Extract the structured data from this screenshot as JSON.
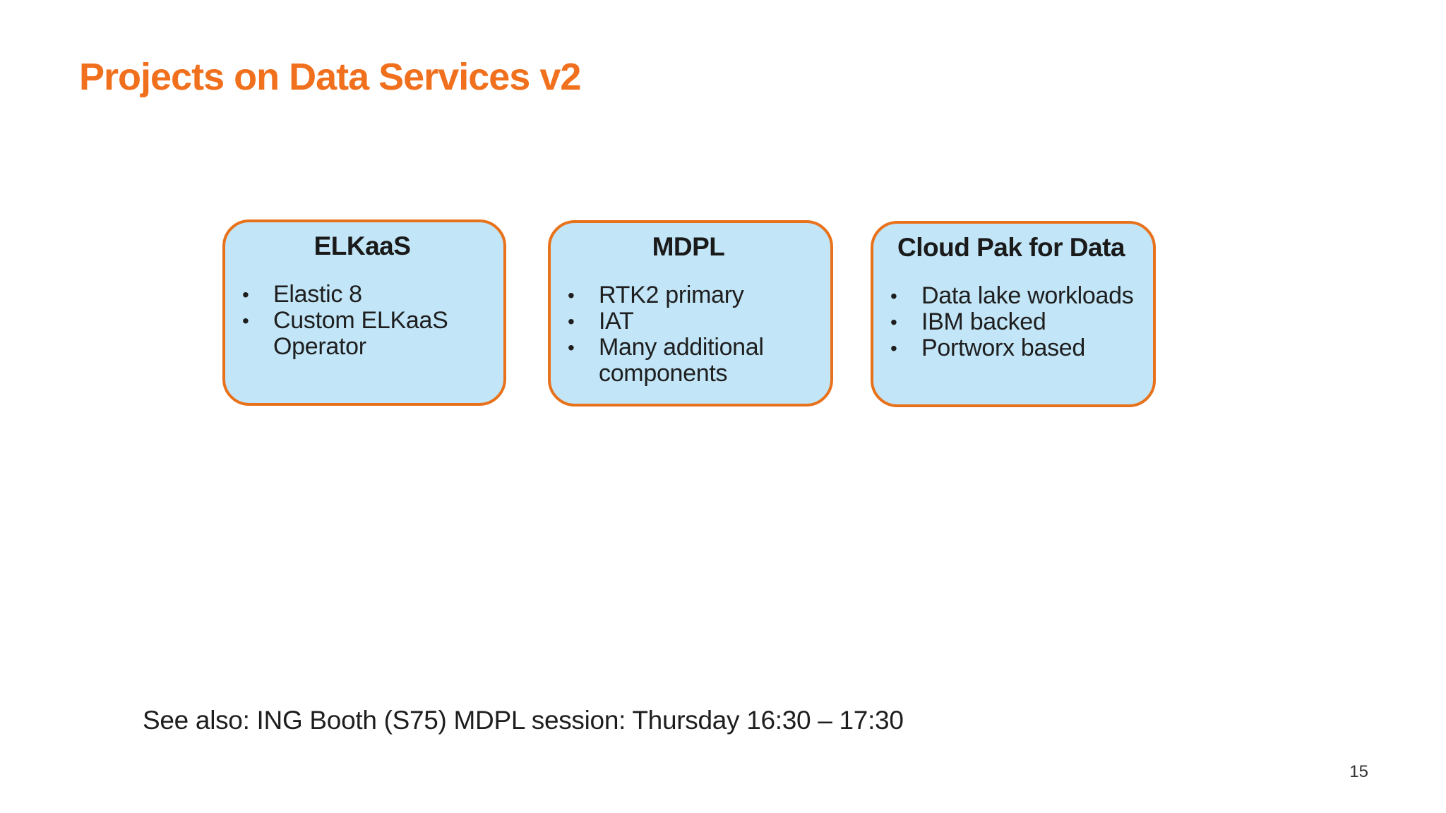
{
  "slide": {
    "title": "Projects on Data Services v2",
    "bullet_char": "•",
    "cards": [
      {
        "title": "ELKaaS",
        "bullets": [
          "Elastic 8",
          "Custom ELKaaS Operator"
        ]
      },
      {
        "title": "MDPL",
        "bullets": [
          "RTK2 primary",
          "IAT",
          "Many additional components"
        ]
      },
      {
        "title": "Cloud Pak for Data",
        "bullets": [
          "Data lake workloads",
          "IBM backed",
          "Portworx based"
        ]
      }
    ],
    "footnote": "See also: ING Booth (S75) MDPL session: Thursday 16:30 – 17:30",
    "page_number": "15",
    "colors": {
      "title_orange": "#f0701e",
      "card_border_orange": "#e8721b",
      "card_fill_blue": "#c2e5f7",
      "body_text": "#1e1e1e"
    }
  }
}
